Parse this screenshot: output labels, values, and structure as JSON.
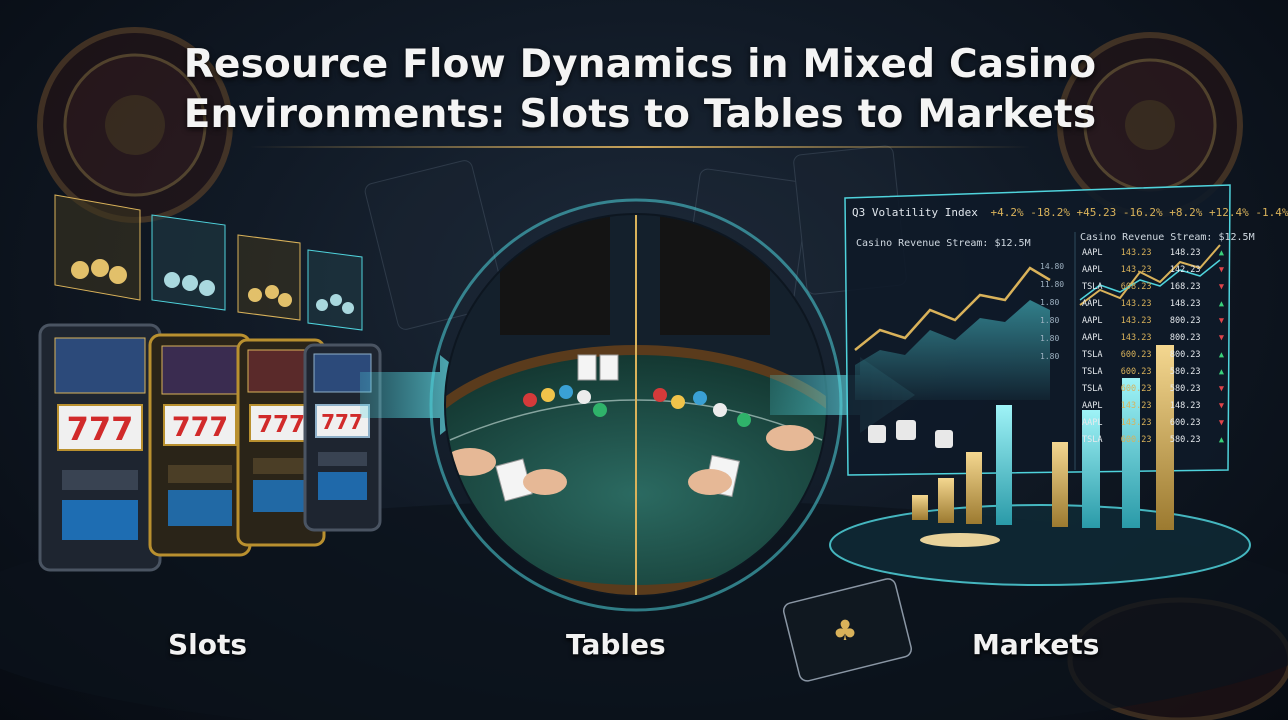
{
  "header": {
    "title_line1": "Resource Flow Dynamics in Mixed Casino",
    "title_line2": "Environments: Slots to Tables to Markets"
  },
  "labels": {
    "slots": "Slots",
    "tables": "Tables",
    "markets": "Markets"
  },
  "slot_machines": {
    "reel_text": "777"
  },
  "market_panel": {
    "headline": "Q3 Volatility Index",
    "ticker_strip": "+4.2%  -18.2%  +45.23  -16.2%  +8.2%  +12.4%  -1.4%",
    "left_chart_title": "Casino Revenue Stream: $12.5M",
    "right_chart_title": "Casino Revenue Stream: $12.5M",
    "axis_values": [
      "14.80",
      "11.80",
      "1.80",
      "1.80",
      "1.80",
      "1.80"
    ],
    "ticker_rows": [
      {
        "sym": "AAPL",
        "a": "143.23",
        "b": "148.23",
        "dir": "up"
      },
      {
        "sym": "AAPL",
        "a": "143.23",
        "b": "142.23",
        "dir": "down"
      },
      {
        "sym": "TSLA",
        "a": "608.23",
        "b": "168.23",
        "dir": "down"
      },
      {
        "sym": "AAPL",
        "a": "143.23",
        "b": "148.23",
        "dir": "up"
      },
      {
        "sym": "AAPL",
        "a": "143.23",
        "b": "800.23",
        "dir": "down"
      },
      {
        "sym": "AAPL",
        "a": "143.23",
        "b": "800.23",
        "dir": "down"
      },
      {
        "sym": "TSLA",
        "a": "600.23",
        "b": "800.23",
        "dir": "up"
      },
      {
        "sym": "TSLA",
        "a": "600.23",
        "b": "580.23",
        "dir": "up"
      },
      {
        "sym": "TSLA",
        "a": "600.23",
        "b": "580.23",
        "dir": "down"
      },
      {
        "sym": "AAPL",
        "a": "143.23",
        "b": "148.23",
        "dir": "down"
      },
      {
        "sym": "AAPL",
        "a": "143.23",
        "b": "600.23",
        "dir": "down"
      },
      {
        "sym": "TSLA",
        "a": "600.23",
        "b": "580.23",
        "dir": "up"
      }
    ]
  },
  "colors": {
    "teal": "#4fd3dc",
    "gold": "#d9b25a",
    "felt": "#1f4d47",
    "up": "#3ad17a",
    "down": "#e0444a"
  }
}
